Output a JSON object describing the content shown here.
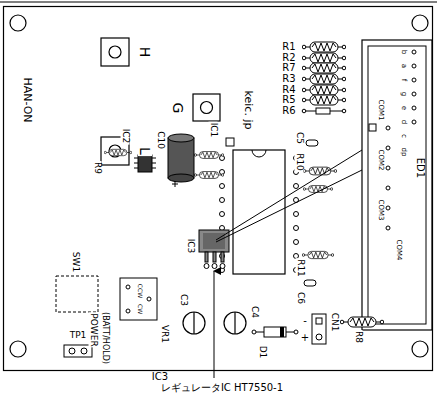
{
  "diagram": {
    "labels": [
      "HAN-ON",
      "H",
      "keic. jp",
      "G",
      "L",
      "R1",
      "R2",
      "R7",
      "R3",
      "R4",
      "R5",
      "R6",
      "IC1",
      "C5",
      "R10",
      "IC2",
      "C10",
      "R9",
      "SW1",
      "POWER",
      "(BATT/HOLD)",
      "TP1",
      "IC3",
      "C3",
      "VR1",
      "C4",
      "D1",
      "R11",
      "C6",
      "CN1",
      "-",
      "+",
      "R8",
      "ED1",
      "COM1",
      "COM2",
      "COM3",
      "COM4",
      "b",
      "a",
      "f",
      "g",
      "e",
      "d",
      "c",
      "dp",
      "CCW",
      "CW",
      "IC3",
      "レギュレータIC HT7550-1"
    ]
  }
}
